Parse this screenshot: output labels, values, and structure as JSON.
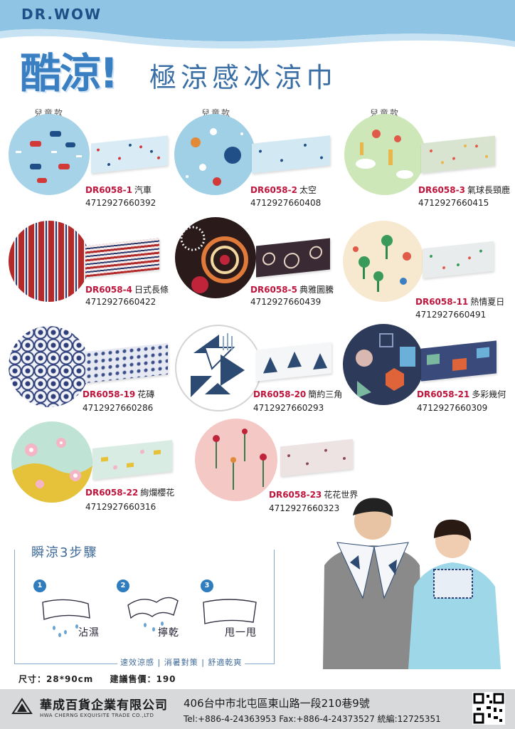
{
  "header": {
    "brand": "DR.WOW",
    "title_big": "酷涼!",
    "title_sub": "極涼感冰涼巾"
  },
  "kids_label": "兒童款",
  "products": [
    {
      "code": "DR6058-1",
      "name": "汽車",
      "ean": "4712927660392",
      "kids": true
    },
    {
      "code": "DR6058-2",
      "name": "太空",
      "ean": "4712927660408",
      "kids": true
    },
    {
      "code": "DR6058-3",
      "name": "氣球長頸鹿",
      "ean": "4712927660415",
      "kids": true
    },
    {
      "code": "DR6058-4",
      "name": "日式長條",
      "ean": "4712927660422",
      "kids": false
    },
    {
      "code": "DR6058-5",
      "name": "典雅圖騰",
      "ean": "4712927660439",
      "kids": false
    },
    {
      "code": "DR6058-11",
      "name": "熱情夏日",
      "ean": "4712927660491",
      "kids": false
    },
    {
      "code": "DR6058-19",
      "name": "花磚",
      "ean": "4712927660286",
      "kids": false
    },
    {
      "code": "DR6058-20",
      "name": "簡約三角",
      "ean": "4712927660293",
      "kids": false
    },
    {
      "code": "DR6058-21",
      "name": "多彩幾何",
      "ean": "4712927660309",
      "kids": false
    },
    {
      "code": "DR6058-22",
      "name": "絢爛櫻花",
      "ean": "4712927660316",
      "kids": false
    },
    {
      "code": "DR6058-23",
      "name": "花花世界",
      "ean": "4712927660323",
      "kids": false
    }
  ],
  "steps": {
    "title": "瞬涼3步驟",
    "items": [
      {
        "num": "1",
        "label": "沾濕"
      },
      {
        "num": "2",
        "label": "擰乾"
      },
      {
        "num": "3",
        "label": "甩一甩"
      }
    ],
    "footer": "速效涼感 | 消暑對策 | 舒適乾爽"
  },
  "spec": {
    "size": "尺寸：28*90cm",
    "price": "建議售價：190"
  },
  "company": {
    "name": "華成百貨企業有限公司",
    "name_en": "HWA CHERNG EXQUISITE TRADE CO.,LTD",
    "address": "406台中市北屯區東山路一段210巷9號",
    "contact": "Tel:+886-4-24363953 Fax:+886-4-24373527  統編:12725351"
  },
  "colors": {
    "brand_blue": "#3a7fc2",
    "code_red": "#c0143c",
    "footer_gray": "#d7d9db"
  }
}
